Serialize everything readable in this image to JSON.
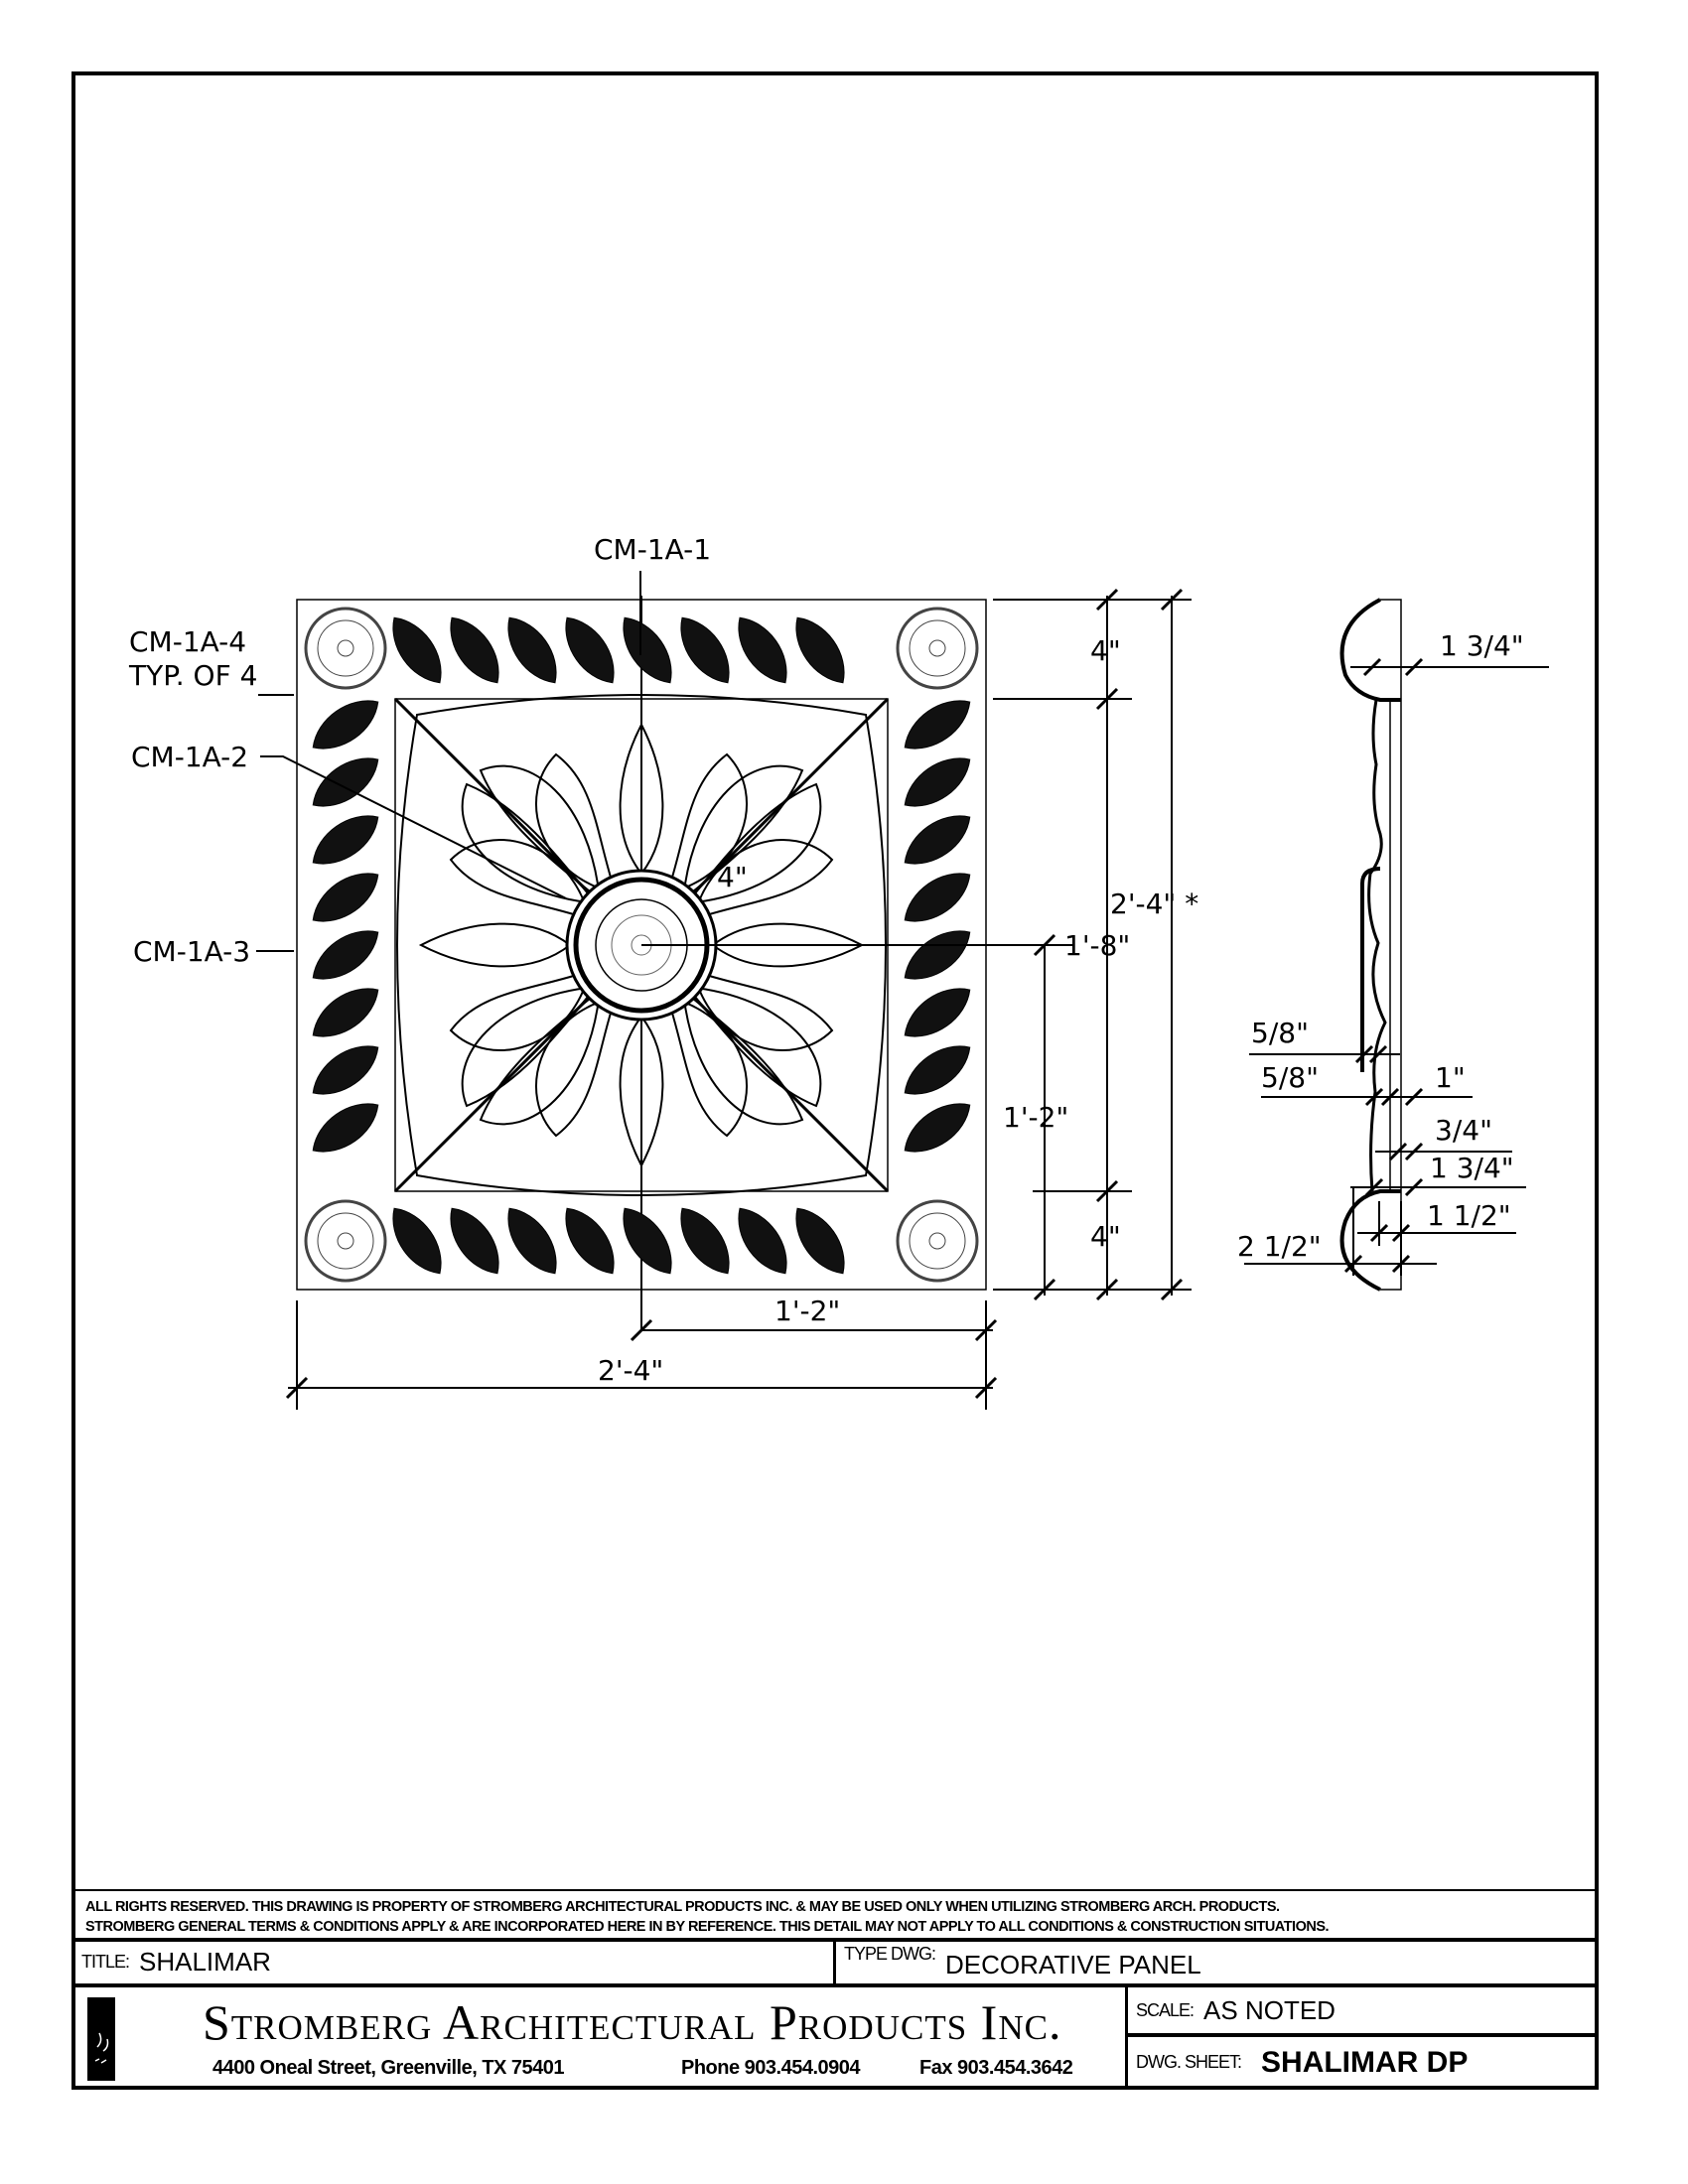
{
  "drawing": {
    "callouts": {
      "cm1": "CM-1A-1",
      "cm2": "CM-1A-2",
      "cm3": "CM-1A-3",
      "cm4": "CM-1A-4",
      "cm4_note": "TYP. OF 4"
    },
    "front_dims": {
      "top_band": "4\"",
      "overall_height": "2'-4\" *",
      "to_center": "1'-8\"",
      "center_rosette": "4\"",
      "half_height": "1'-2\"",
      "bottom_band": "4\"",
      "half_width": "1'-2\"",
      "overall_width": "2'-4\""
    },
    "profile_dims": {
      "top_projection": "1 3/4\"",
      "bead_a": "5/8\"",
      "bead_b": "5/8\"",
      "field": "1\"",
      "base_a": "3/4\"",
      "base_b": "1 3/4\"",
      "back": "1 1/2\"",
      "total_depth": "2 1/2\""
    }
  },
  "title_block": {
    "disclaimer_line1": "ALL RIGHTS RESERVED. THIS DRAWING IS PROPERTY OF STROMBERG ARCHITECTURAL PRODUCTS INC. & MAY BE USED ONLY WHEN UTILIZING STROMBERG ARCH. PRODUCTS.",
    "disclaimer_line2": "STROMBERG GENERAL TERMS & CONDITIONS APPLY & ARE INCORPORATED HERE IN BY REFERENCE. THIS DETAIL MAY NOT APPLY TO ALL CONDITIONS & CONSTRUCTION SITUATIONS.",
    "title_label": "TITLE:",
    "title_value": "SHALIMAR",
    "type_label": "TYPE DWG:",
    "type_value": "DECORATIVE PANEL",
    "company": "Stromberg Architectural Products Inc.",
    "address": "4400 Oneal Street, Greenville, TX  75401",
    "phone": "Phone 903.454.0904",
    "fax": "Fax 903.454.3642",
    "scale_label": "SCALE:",
    "scale_value": "AS NOTED",
    "sheet_label": "DWG. SHEET:",
    "sheet_value": "SHALIMAR DP"
  }
}
